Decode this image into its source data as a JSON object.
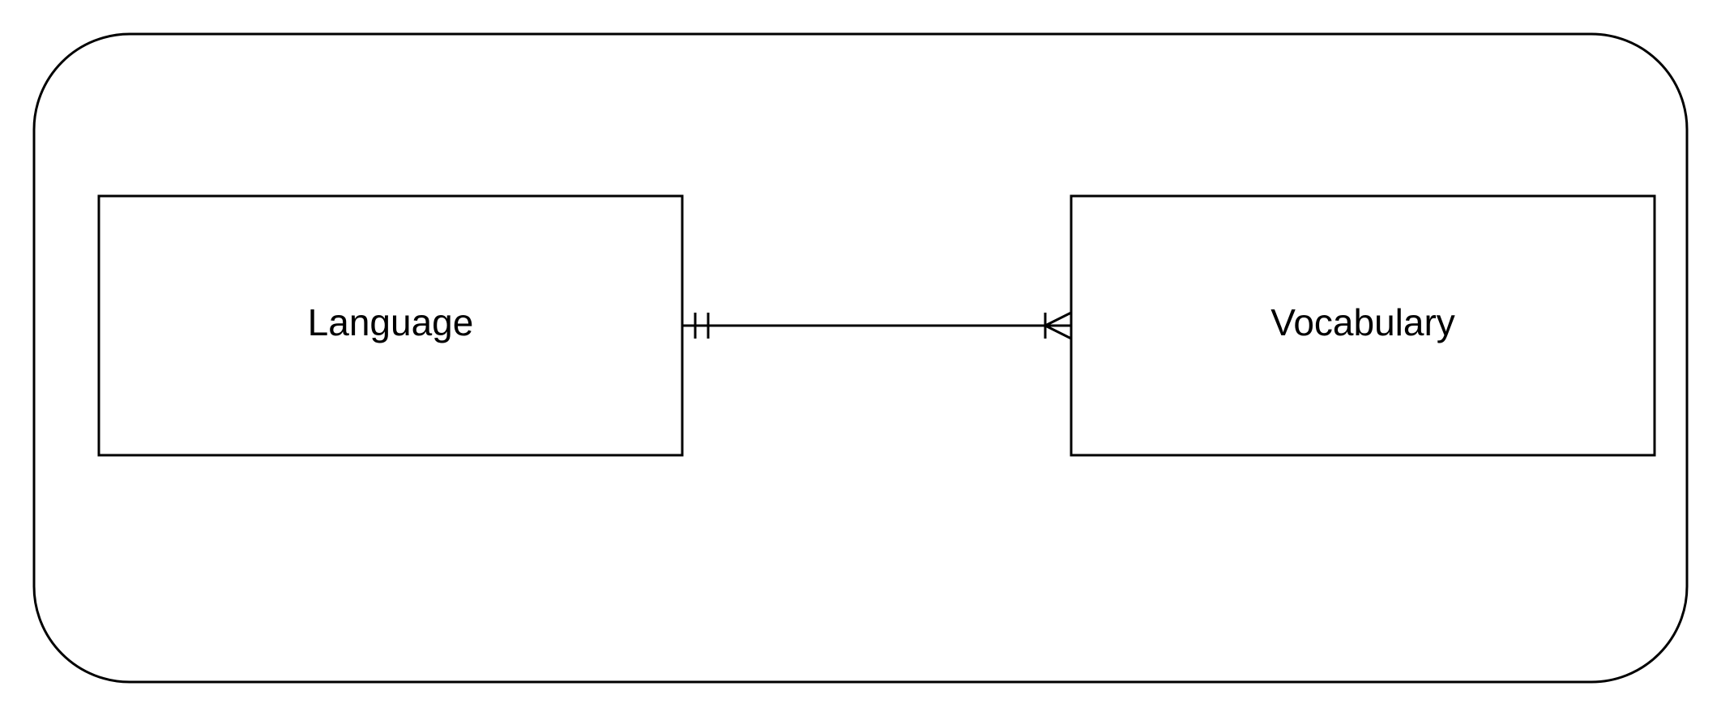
{
  "diagram": {
    "type": "entity-relationship",
    "container": {
      "shape": "rounded-rectangle",
      "stroke": "#000000",
      "fill": "#ffffff"
    },
    "entities": [
      {
        "id": "language",
        "label": "Language"
      },
      {
        "id": "vocabulary",
        "label": "Vocabulary"
      }
    ],
    "relationships": [
      {
        "from": "language",
        "to": "vocabulary",
        "from_cardinality": "exactly-one",
        "to_cardinality": "one-or-many"
      }
    ],
    "colors": {
      "stroke": "#000000",
      "background": "#ffffff"
    }
  }
}
